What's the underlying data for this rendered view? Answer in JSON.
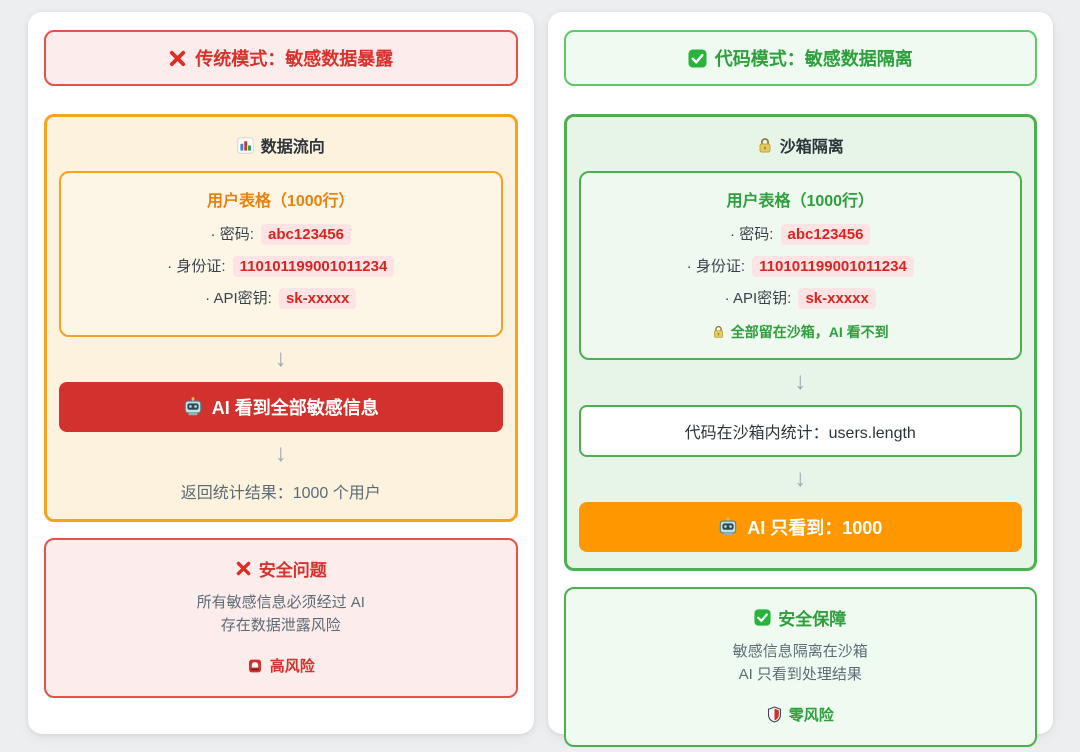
{
  "colors": {
    "page_bg": "#eceef0",
    "card_bg": "#ffffff",
    "red_accent": "#d7332c",
    "red_banner_bg": "#d3312d",
    "red_border": "#e5524b",
    "pink_bg": "#fdecec",
    "value_highlight_bg": "#fce3e4",
    "orange_border": "#f9a21b",
    "orange_banner_bg": "#ff9800",
    "cream_bg": "#fdf2de",
    "green_border": "#4caf50",
    "green_accent": "#2d9f3c",
    "light_green_bg": "#e7f4e8",
    "gray_text": "#5c6b76",
    "arrow_gray": "#9aa7b2"
  },
  "left": {
    "header": {
      "label": "传统模式：敏感数据暴露",
      "icon": "cross-icon"
    },
    "flow": {
      "title": "数据流向",
      "icon": "bar-chart-icon",
      "table": {
        "title": "用户表格（1000行）",
        "rows": [
          {
            "label": "· 密码: ",
            "value": "abc123456"
          },
          {
            "label": "· 身份证: ",
            "value": "110101199001011234"
          },
          {
            "label": "· API密钥: ",
            "value": "sk-xxxxx"
          }
        ]
      },
      "arrow": "↓",
      "banner": {
        "label": "AI 看到全部敏感信息",
        "icon": "robot-icon"
      },
      "result": "返回统计结果：1000 个用户"
    },
    "security": {
      "title": "安全问题",
      "icon": "cross-icon",
      "lines": [
        "所有敏感信息必须经过 AI",
        "存在数据泄露风险"
      ],
      "badge": {
        "label": "高风险",
        "icon": "siren-icon"
      }
    }
  },
  "right": {
    "header": {
      "label": "代码模式：敏感数据隔离",
      "icon": "check-icon"
    },
    "flow": {
      "title": "沙箱隔离",
      "icon": "lock-icon",
      "table": {
        "title": "用户表格（1000行）",
        "rows": [
          {
            "label": "· 密码: ",
            "value": "abc123456"
          },
          {
            "label": "· 身份证: ",
            "value": "110101199001011234"
          },
          {
            "label": "· API密钥: ",
            "value": "sk-xxxxx"
          }
        ],
        "note": {
          "label": "全部留在沙箱，AI 看不到",
          "icon": "lock-icon"
        }
      },
      "arrow": "↓",
      "code": "代码在沙箱内统计：users.length",
      "banner": {
        "label": "AI 只看到：1000",
        "icon": "robot-icon"
      }
    },
    "security": {
      "title": "安全保障",
      "icon": "check-icon",
      "lines": [
        "敏感信息隔离在沙箱",
        "AI 只看到处理结果"
      ],
      "badge": {
        "label": "零风险",
        "icon": "shield-icon"
      }
    }
  }
}
